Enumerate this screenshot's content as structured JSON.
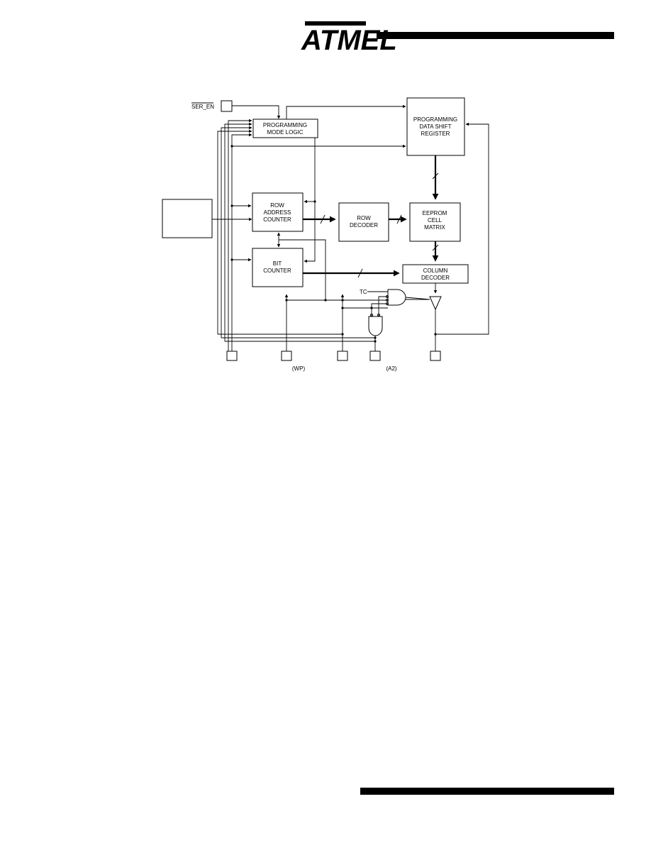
{
  "header": {
    "logo_text": "ATMEL"
  },
  "diagram": {
    "pins": {
      "ser_en": "SER_EN",
      "wp": "(WP)",
      "a2": "(A2)"
    },
    "blocks": {
      "prog_mode_logic": [
        "PROGRAMMING",
        "MODE LOGIC"
      ],
      "prog_data_shift_register": [
        "PROGRAMMING",
        "DATA SHIFT",
        "REGISTER"
      ],
      "row_address_counter": [
        "ROW",
        "ADDRESS",
        "COUNTER"
      ],
      "row_decoder": [
        "ROW",
        "DECODER"
      ],
      "eeprom_cell_matrix": [
        "EEPROM",
        "CELL",
        "MATRIX"
      ],
      "bit_counter": [
        "BIT",
        "COUNTER"
      ],
      "column_decoder": [
        "COLUMN",
        "DECODER"
      ]
    },
    "signals": {
      "tc": "TC"
    }
  }
}
